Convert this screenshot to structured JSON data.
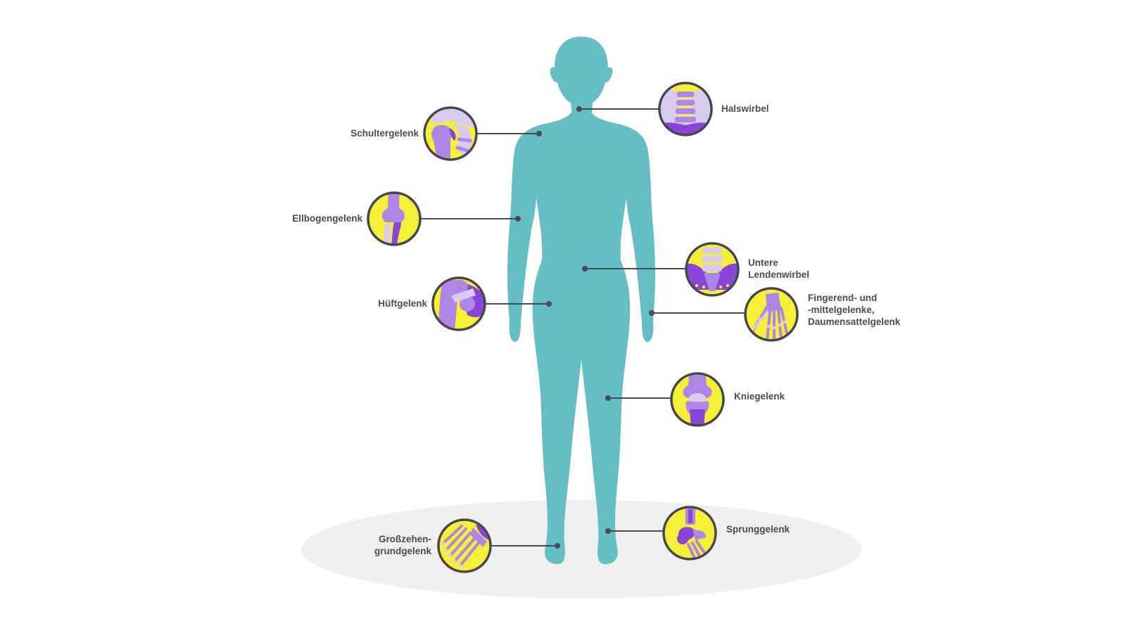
{
  "colors": {
    "body": "#64bec4",
    "floor": "#efefef",
    "circle_fill": "#f5ef38",
    "circle_ring": "#46464e",
    "bone_dark": "#8a45d8",
    "bone_light": "#ad86e6",
    "bone_pale": "#d9cbef",
    "line": "#4a4a55",
    "text": "#4a4a55"
  },
  "joints": [
    {
      "id": "schulter",
      "label": "Schultergelenk",
      "icon": "shoulder-joint-icon"
    },
    {
      "id": "ellbogen",
      "label": "Ellbogengelenk",
      "icon": "elbow-joint-icon"
    },
    {
      "id": "huefte",
      "label": "Hüftgelenk",
      "icon": "hip-joint-icon"
    },
    {
      "id": "grosszehe",
      "label": "Großzehen-\ngrundgelenk",
      "icon": "foot-bones-icon"
    },
    {
      "id": "hals",
      "label": "Halswirbel",
      "icon": "cervical-spine-icon"
    },
    {
      "id": "lende",
      "label": "Untere\nLendenwirbel",
      "icon": "lumbar-pelvis-icon"
    },
    {
      "id": "finger",
      "label": "Fingerend- und\n-mittelgelenke,\nDaumensattelgelenk",
      "icon": "hand-bones-icon"
    },
    {
      "id": "knie",
      "label": "Kniegelenk",
      "icon": "knee-joint-icon"
    },
    {
      "id": "sprung",
      "label": "Sprunggelenk",
      "icon": "ankle-joint-icon"
    }
  ]
}
